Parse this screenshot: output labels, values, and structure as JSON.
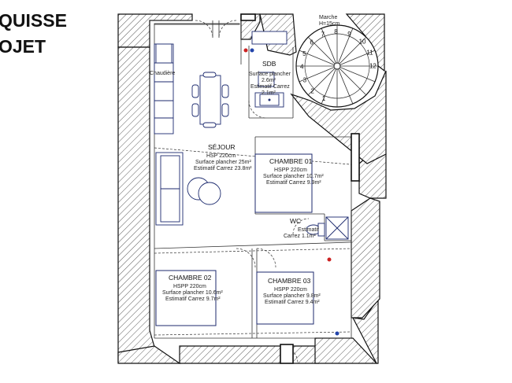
{
  "title": {
    "line1": "QUISSE",
    "line2": "OJET"
  },
  "stair": {
    "label1": "Marche",
    "label2": "H=15cm",
    "steps": [
      "1",
      "2",
      "3",
      "4",
      "5",
      "6",
      "7",
      "8",
      "9",
      "10",
      "11",
      "12"
    ]
  },
  "sdb": {
    "name": "SDB",
    "floor": "Surface plancher",
    "floor_val": "2.6m²",
    "tile": "Estimatif Carrez",
    "tile_val": "2.1m²"
  },
  "sejour": {
    "name": "SÉJOUR",
    "hspp": "HSP 220cm",
    "floor": "Surface plancher 25m²",
    "tile": "Estimatif Carrez 23.8m²"
  },
  "chaudiere": {
    "label": "Chaudière"
  },
  "ch01": {
    "name": "CHAMBRE 01",
    "hspp": "HSPP 220cm",
    "floor": "Surface plancher 10.7m²",
    "tile": "Estimatif Carrez 9.9m²"
  },
  "wc": {
    "name": "WC",
    "tile": "Estimatif",
    "tile_val": "Carrez 1.1m²"
  },
  "ch02": {
    "name": "CHAMBRE 02",
    "hspp": "HSPP 220cm",
    "floor": "Surface plancher 10.6m²",
    "tile": "Estimatif Carrez 9.7m²"
  },
  "ch03": {
    "name": "CHAMBRE 03",
    "hspp": "HSPP 220cm",
    "floor": "Surface plancher 9.8m²",
    "tile": "Estimatif Carrez 9.4m²"
  },
  "colors": {
    "furniture": "#1c2a6e",
    "hot_point": "#cc2222",
    "cold_point": "#2244aa",
    "walls": "#111111"
  }
}
